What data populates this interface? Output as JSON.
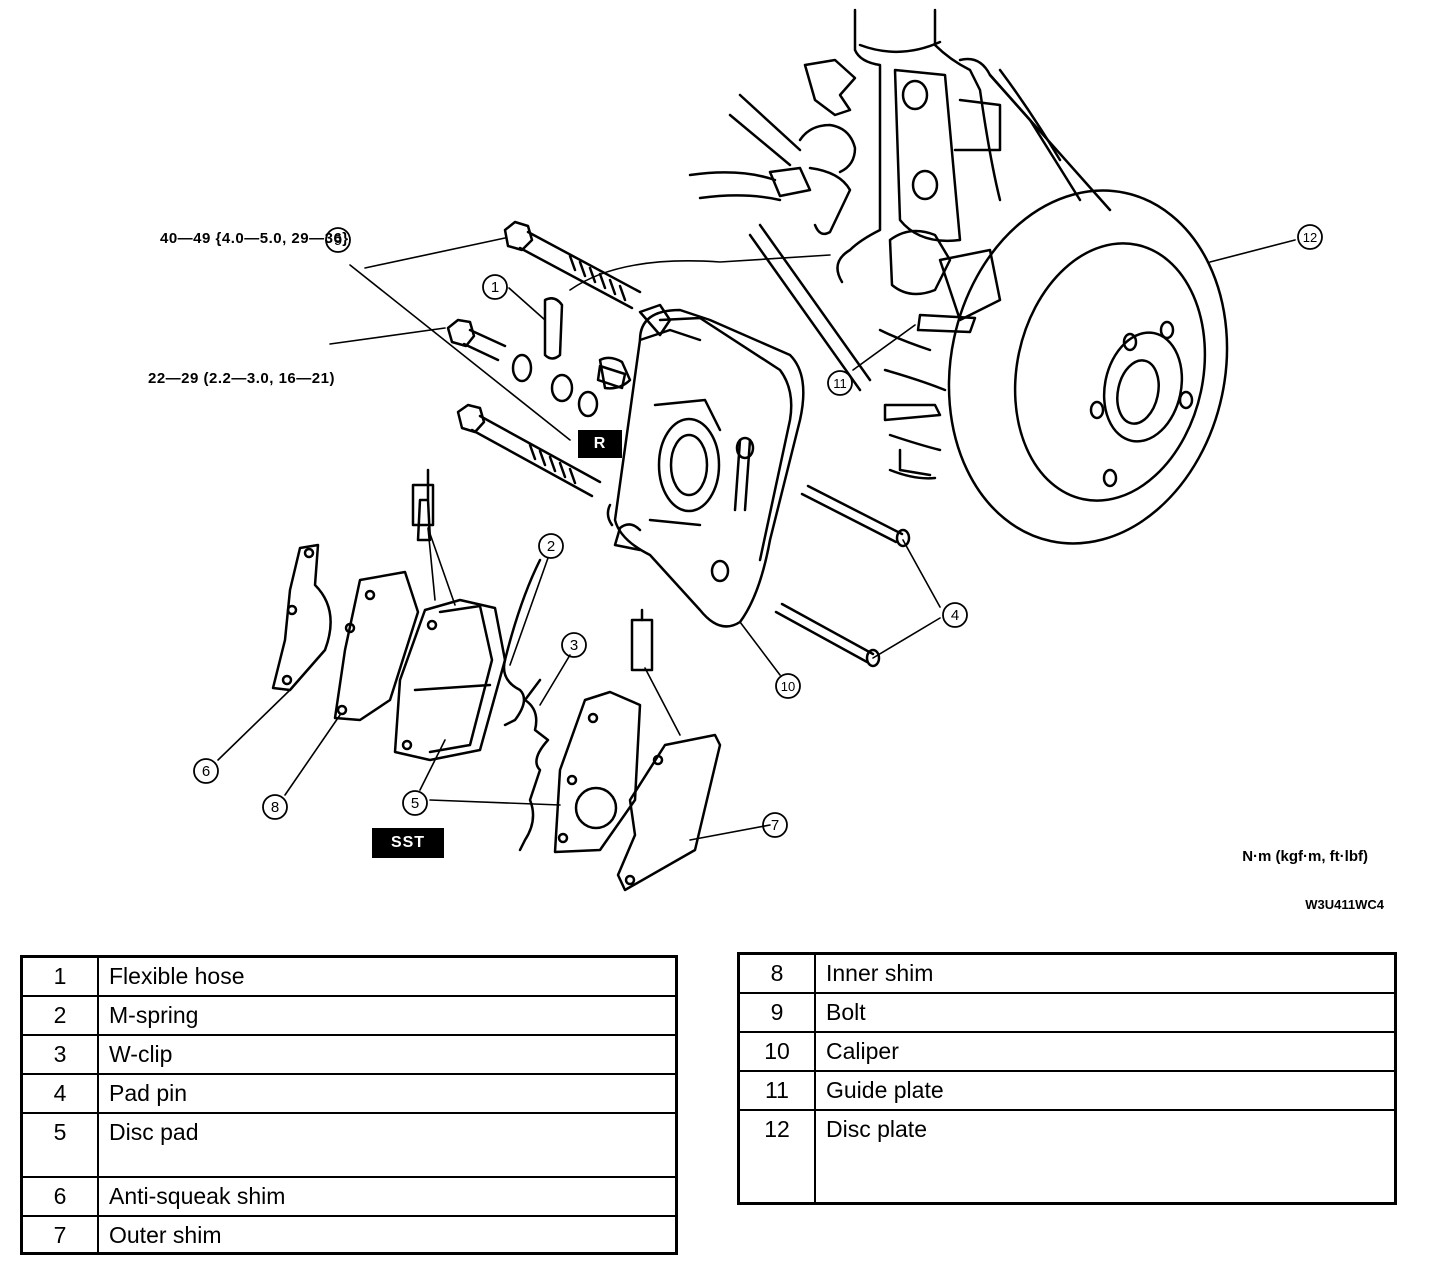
{
  "torque_specs": {
    "bolt_9": "40—49 {4.0—5.0, 29—36}",
    "hose_bolt": "22—29 (2.2—3.0, 16—21)"
  },
  "callouts": [
    "1",
    "2",
    "3",
    "4",
    "5",
    "6",
    "7",
    "8",
    "9",
    "10",
    "11",
    "12"
  ],
  "labels": {
    "r_tag": "R",
    "sst_tag": "SST",
    "units": "N·m (kgf·m, ft·lbf)",
    "figure_code": "W3U411WC4"
  },
  "parts_left": [
    {
      "num": "1",
      "name": "Flexible hose"
    },
    {
      "num": "2",
      "name": "M-spring"
    },
    {
      "num": "3",
      "name": "W-clip"
    },
    {
      "num": "4",
      "name": "Pad pin"
    },
    {
      "num": "5",
      "name": "Disc pad"
    },
    {
      "num": "6",
      "name": "Anti-squeak shim"
    },
    {
      "num": "7",
      "name": "Outer shim"
    }
  ],
  "parts_right": [
    {
      "num": "8",
      "name": "Inner shim"
    },
    {
      "num": "9",
      "name": "Bolt"
    },
    {
      "num": "10",
      "name": "Caliper"
    },
    {
      "num": "11",
      "name": "Guide plate"
    },
    {
      "num": "12",
      "name": "Disc plate"
    }
  ]
}
